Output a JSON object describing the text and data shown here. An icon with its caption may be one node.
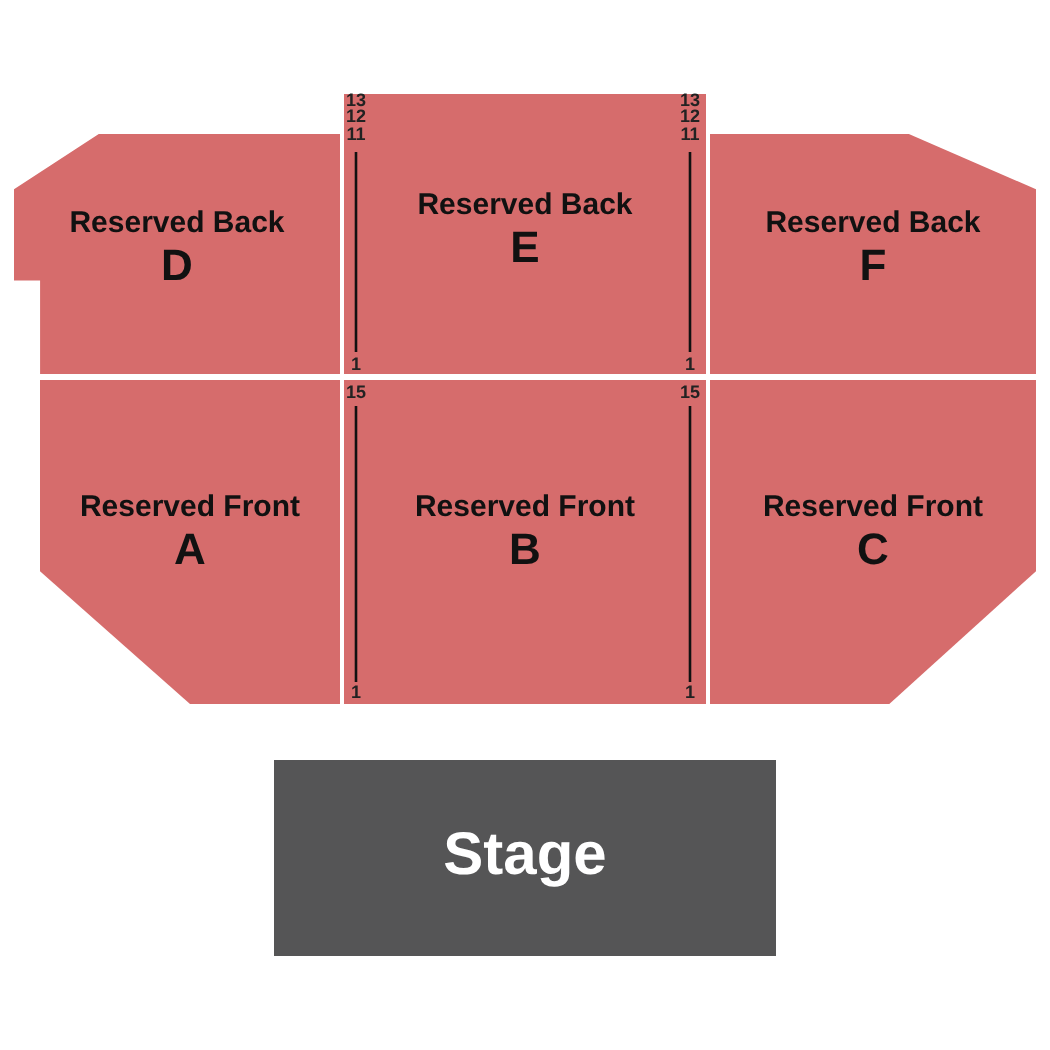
{
  "diagram": {
    "nodes": [
      {
        "text": [
          "Reserved Back",
          "D"
        ]
      },
      {
        "text": [
          "Reserved Back",
          "E"
        ]
      },
      {
        "text": [
          "Reserved Back",
          "F"
        ]
      },
      {
        "text": [
          "Reserved Front",
          "A"
        ]
      },
      {
        "text": [
          "Reserved Front",
          "B"
        ]
      },
      {
        "text": [
          "Reserved Front",
          "C"
        ]
      },
      {
        "text": [
          "Stage"
        ]
      }
    ],
    "edges": [],
    "labels": [
      "13",
      "13",
      "12",
      "12",
      "11",
      "11",
      "1",
      "1",
      "15",
      "15",
      "1",
      "1"
    ]
  }
}
